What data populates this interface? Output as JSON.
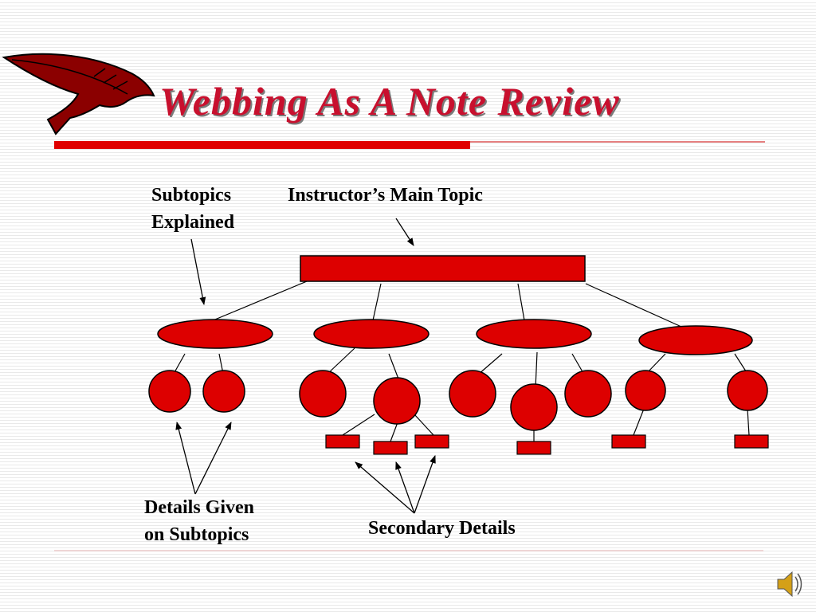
{
  "slide": {
    "title": "Webbing As A Note Review"
  },
  "labels": {
    "subtopics_line1": "Subtopics",
    "subtopics_line2": "Explained",
    "main_topic": "Instructor’s Main Topic",
    "details_line1": "Details Given",
    "details_line2": "on Subtopics",
    "secondary": "Secondary Details"
  },
  "colors": {
    "accent": "#cc0000",
    "rule": "#e00000",
    "stroke": "#000000"
  },
  "icons": {
    "logo": "feather-quill-icon",
    "sound": "speaker-icon"
  }
}
